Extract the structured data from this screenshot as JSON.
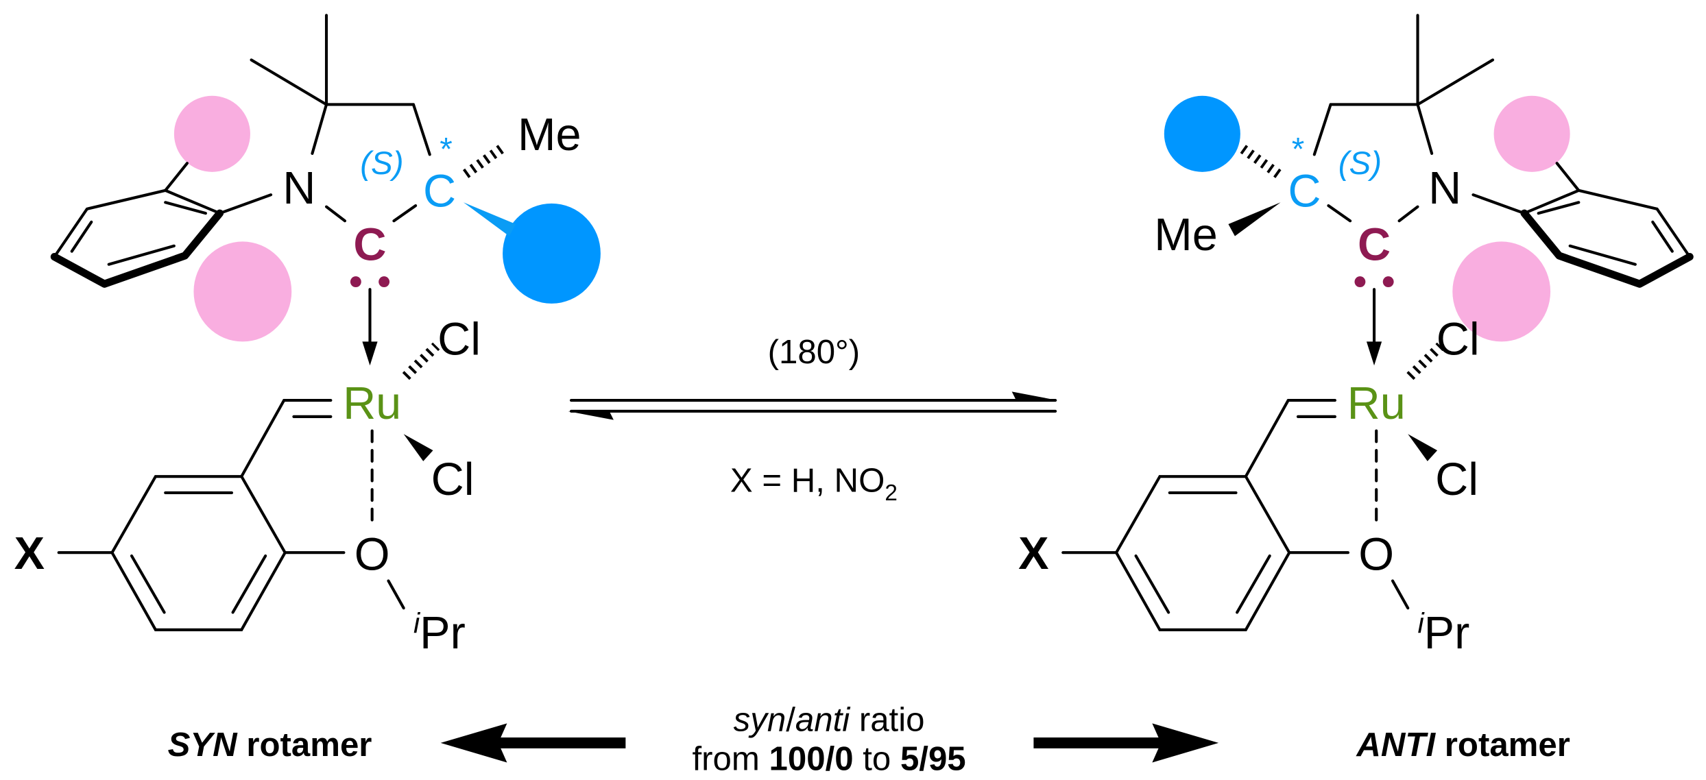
{
  "colors": {
    "carbene": "#8e1a52",
    "stereo": "#0a9cf5",
    "ru": "#5a9216",
    "blue_group": "#0096ff",
    "pink_group": "#f9aee0"
  },
  "syn_complex": {
    "n": "N",
    "carbene_c": "C",
    "stereo_c": "C",
    "descriptor": "(S)",
    "star": "*",
    "me": "Me",
    "ru": "Ru",
    "cl_top": "Cl",
    "cl_bottom": "Cl",
    "o": "O",
    "ipr_prefix": "i",
    "ipr": "Pr",
    "x": "X"
  },
  "anti_complex": {
    "n": "N",
    "carbene_c": "C",
    "stereo_c": "C",
    "descriptor": "(S)",
    "star": "*",
    "me": "Me",
    "ru": "Ru",
    "cl_top": "Cl",
    "cl_bottom": "Cl",
    "o": "O",
    "ipr_prefix": "i",
    "ipr": "Pr",
    "x": "X"
  },
  "equilibrium": {
    "angle": "(180°)",
    "substituent_prefix": "X = H, NO",
    "substituent_sub": "2"
  },
  "labels": {
    "syn_bold": "SYN",
    "syn_rest": " rotamer",
    "anti_bold": "ANTI",
    "anti_rest": " rotamer",
    "ratio_syn": "syn",
    "ratio_slash": "/",
    "ratio_anti": "anti",
    "ratio_word": " ratio",
    "from": "from ",
    "from_value": "100/0",
    "to": " to ",
    "to_value": "5/95"
  }
}
